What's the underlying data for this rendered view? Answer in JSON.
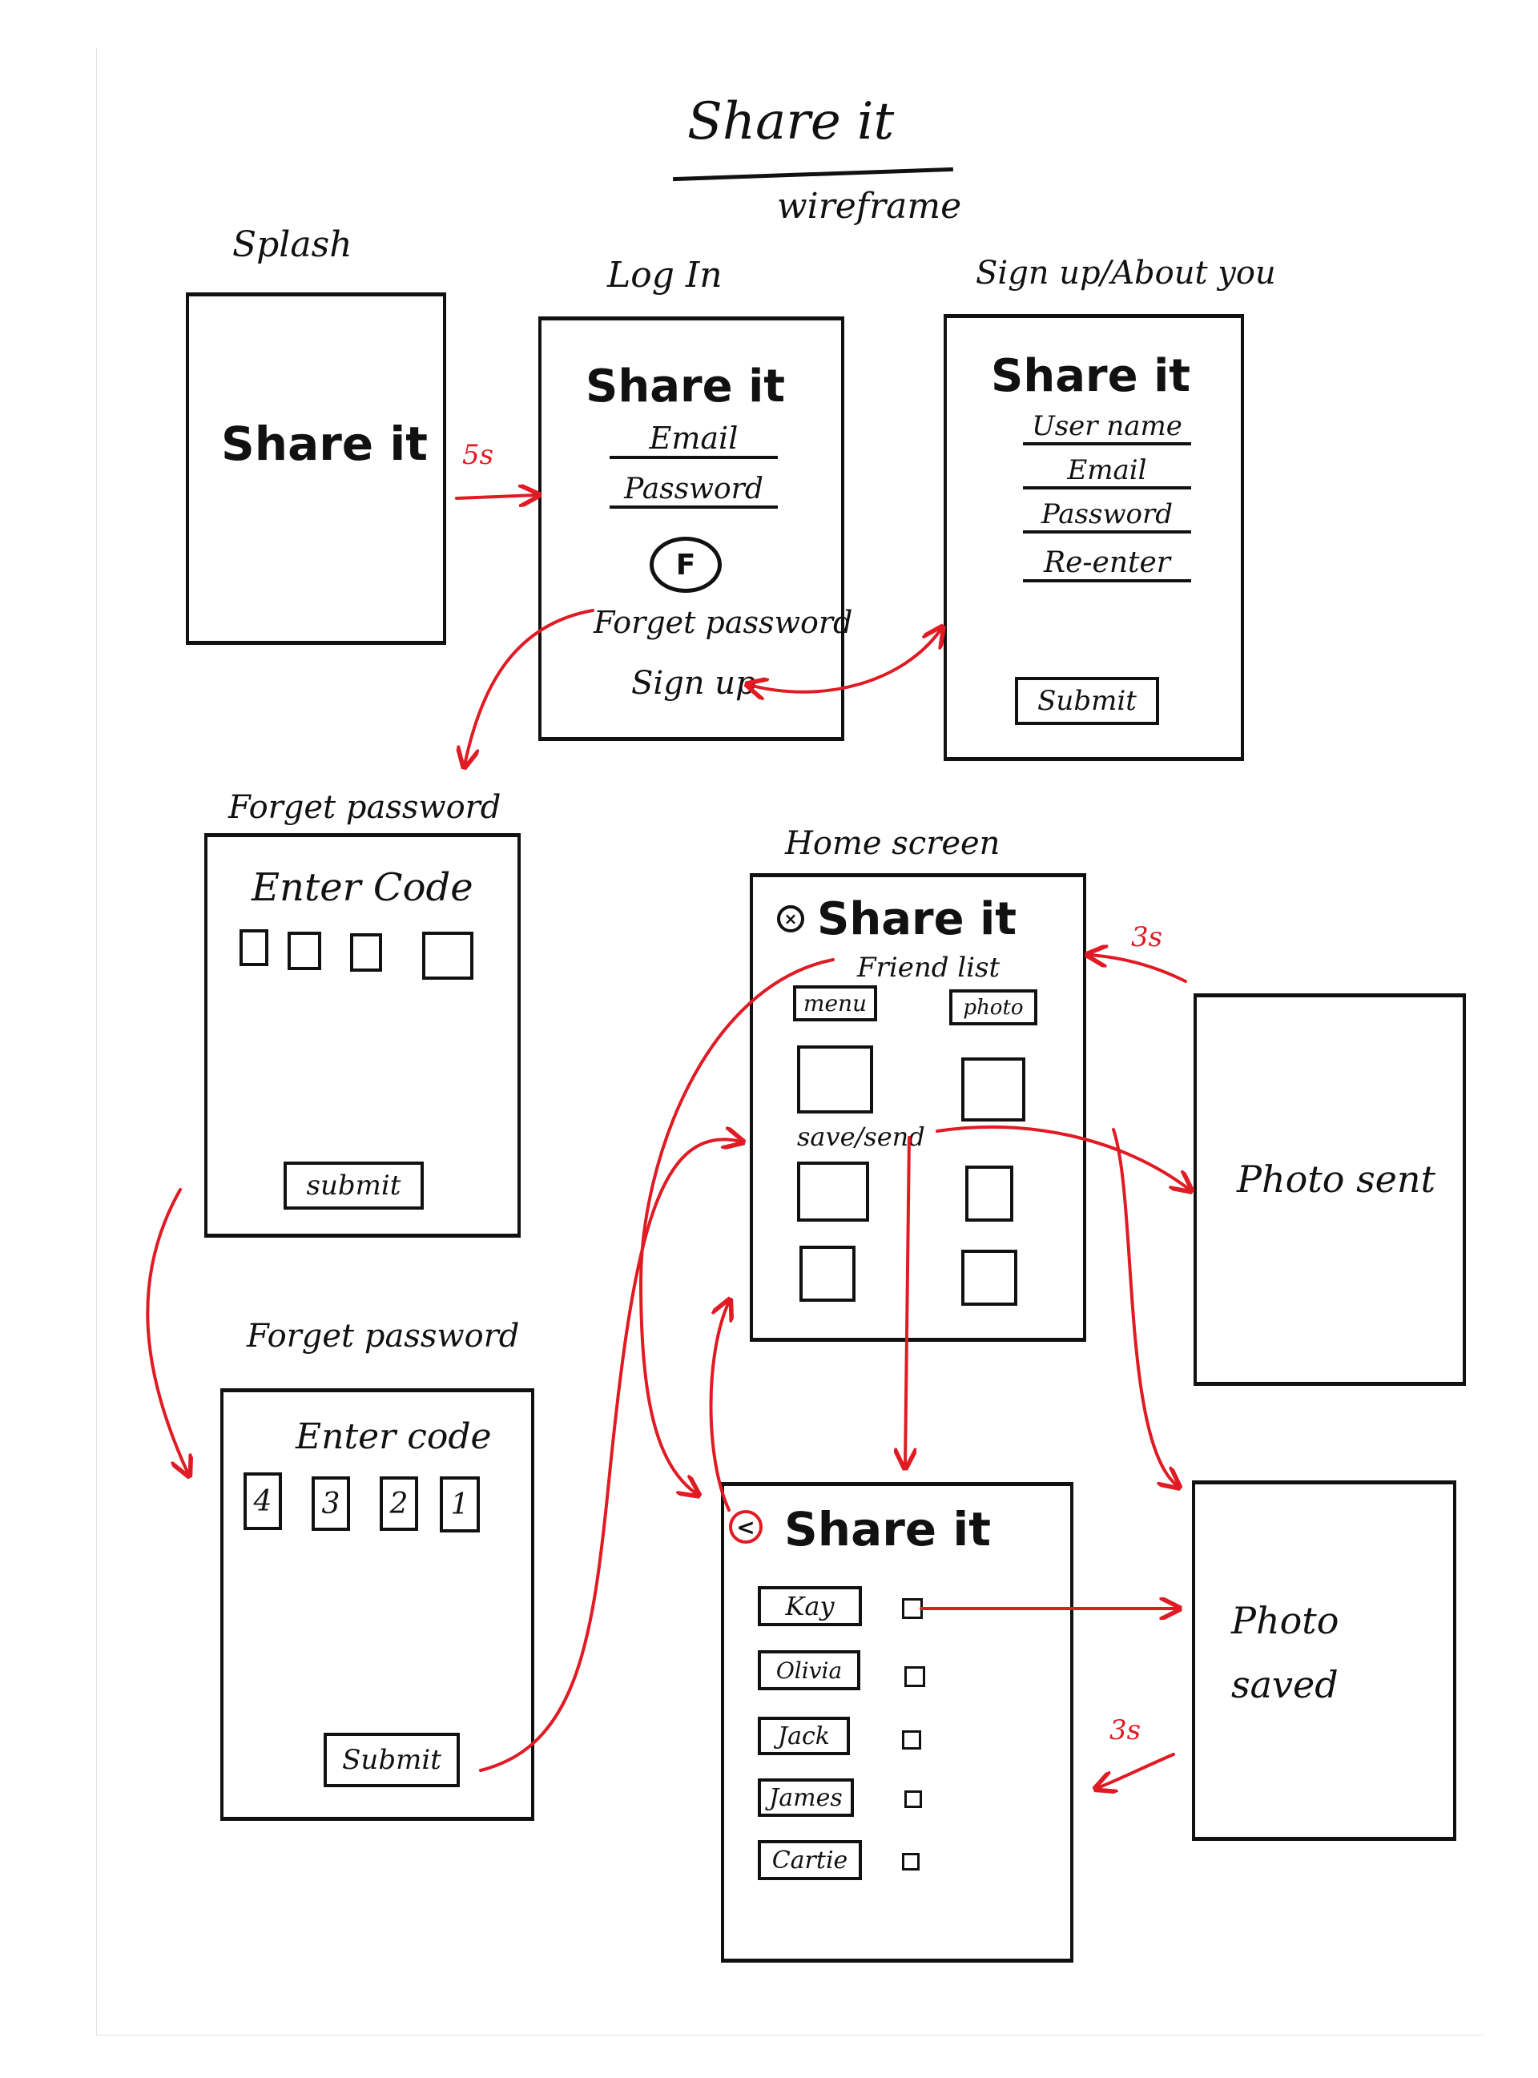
{
  "title": "Share it",
  "subtitle": "wireframe",
  "brand": "Share it",
  "colors": {
    "ink": "#111111",
    "arrow": "#e01b24"
  },
  "screens": {
    "splash": {
      "label": "Splash"
    },
    "login": {
      "label": "Log In",
      "fields": [
        "Email",
        "Password"
      ],
      "facebook_button": "F",
      "forget_link": "Forget password",
      "signup_link": "Sign up"
    },
    "signup": {
      "label": "Sign up/About you",
      "fields": [
        "User name",
        "Email",
        "Password",
        "Re-enter"
      ],
      "submit": "Submit"
    },
    "forget1": {
      "label": "Forget password",
      "heading": "Enter Code",
      "submit": "submit"
    },
    "forget2": {
      "label": "Forget password",
      "heading": "Enter code",
      "code_digits": [
        "4",
        "3",
        "2",
        "1"
      ],
      "submit": "Submit"
    },
    "home": {
      "label": "Home screen",
      "settings_icon": "gear-icon",
      "friend_list": "Friend list",
      "menu": "menu",
      "photo": "photo",
      "save_send": "save/send"
    },
    "friends": {
      "back_icon": "chevron-left-icon",
      "names": [
        "Kay",
        "Olivia",
        "Jack",
        "James",
        "Cartie"
      ]
    },
    "photo_sent": {
      "text": "Photo sent"
    },
    "photo_saved": {
      "text": "Photo saved"
    }
  },
  "timings": {
    "splash_to_login": "5s",
    "sent_to_home": "3s",
    "saved_back": "3s"
  }
}
